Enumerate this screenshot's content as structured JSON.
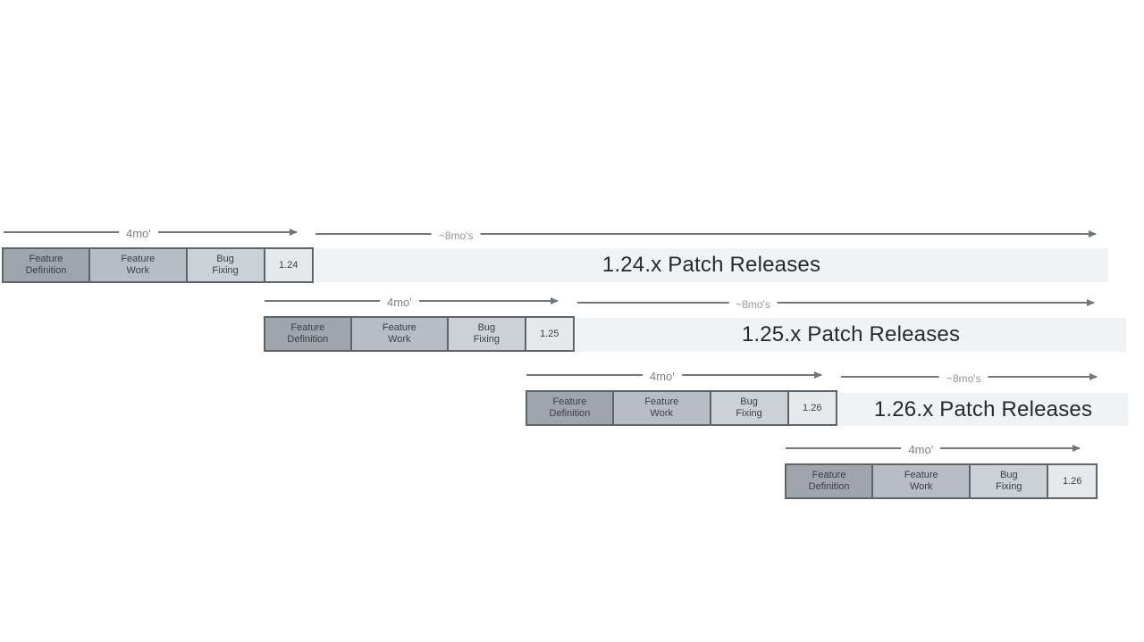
{
  "diagram": {
    "labels": {
      "four_month": "4mo'",
      "eight_month": "~8mo's"
    },
    "phases": [
      "Feature\nDefinition",
      "Feature\nWork",
      "Bug\nFixing"
    ],
    "rows": [
      {
        "version": "1.24",
        "patch_label": "1.24.x Patch Releases"
      },
      {
        "version": "1.25",
        "patch_label": "1.25.x Patch Releases"
      },
      {
        "version": "1.26",
        "patch_label": "1.26.x Patch Releases"
      },
      {
        "version": "1.26",
        "patch_label": ""
      }
    ],
    "colors": {
      "feature_definition_fill": "#9ea5ac",
      "feature_work_fill": "#b7bdc4",
      "bug_fixing_fill": "#ccd1d6",
      "version_box_fill": "#e6e9ec",
      "box_border": "#5f6468",
      "patch_bar_fill": "#f1f2f4",
      "patch_text": "#27292c",
      "arrow": "#70767c",
      "four_month_label_text": "#7c8187",
      "eight_month_label_text": "#90959a",
      "background": "#ffffff"
    }
  }
}
